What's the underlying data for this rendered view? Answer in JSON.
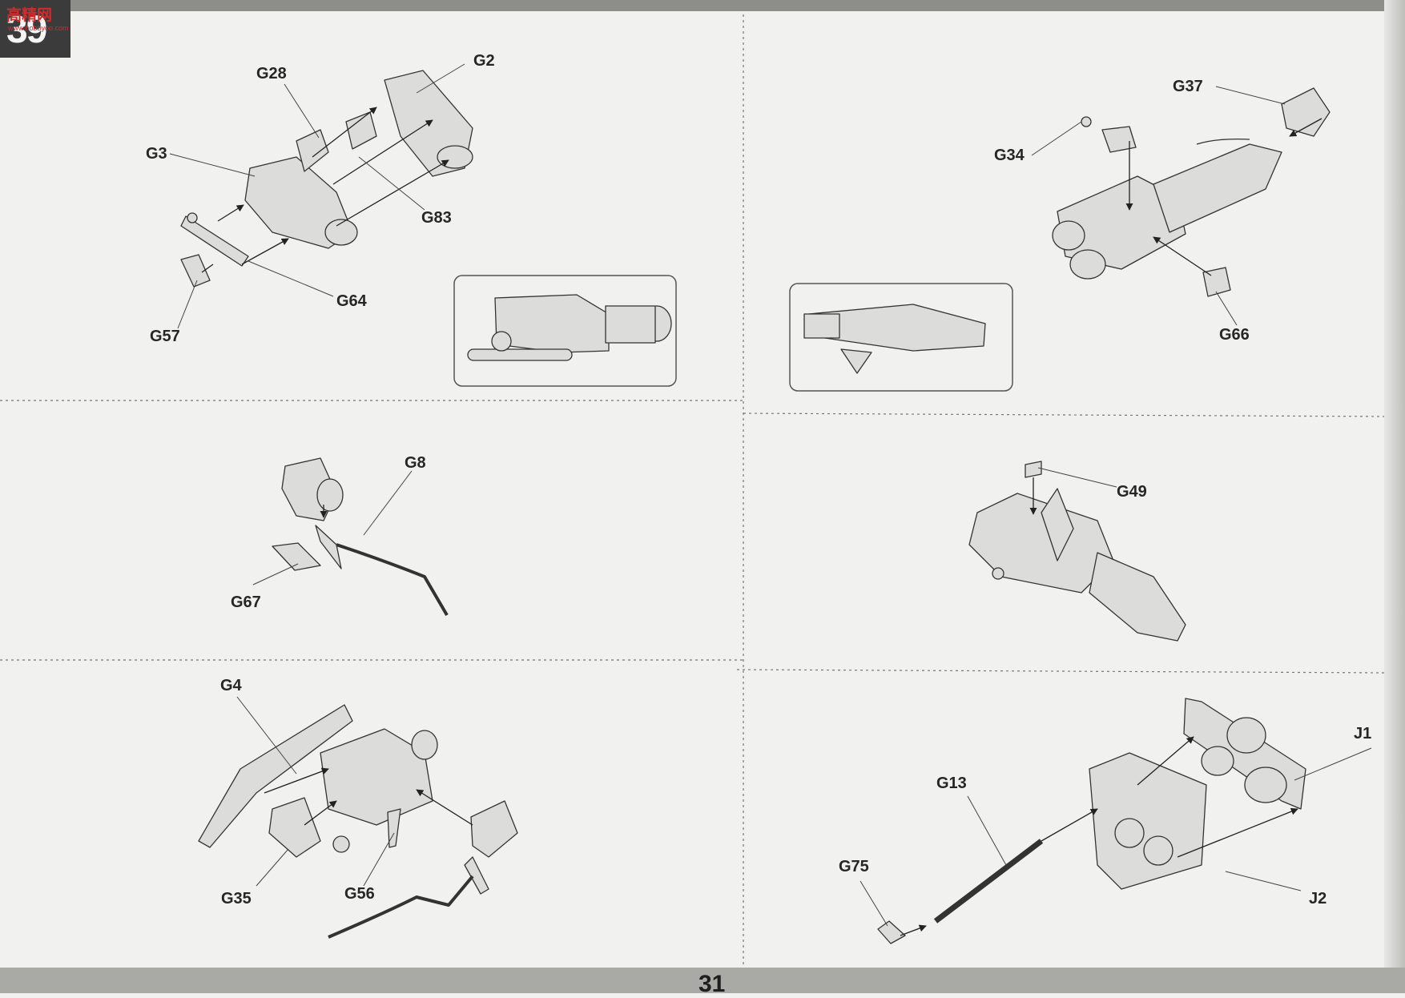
{
  "header": {
    "step_number": "39",
    "watermark": "高精网",
    "watermark_sub": "www.hobbyoo.com"
  },
  "footer": {
    "page_number": "31"
  },
  "steps": {
    "step_a": {
      "callouts": [
        "G28",
        "G2",
        "G3",
        "G83",
        "G64",
        "G57"
      ]
    },
    "step_b": {
      "callouts": [
        "G37",
        "G34",
        "G66"
      ]
    },
    "step_c": {
      "callouts": [
        "G8",
        "G67"
      ]
    },
    "step_d": {
      "callouts": [
        "G49"
      ]
    },
    "step_e": {
      "callouts": [
        "G4",
        "G35",
        "G56"
      ]
    },
    "step_f": {
      "callouts": [
        "J1",
        "G13",
        "G75",
        "J2"
      ]
    }
  }
}
